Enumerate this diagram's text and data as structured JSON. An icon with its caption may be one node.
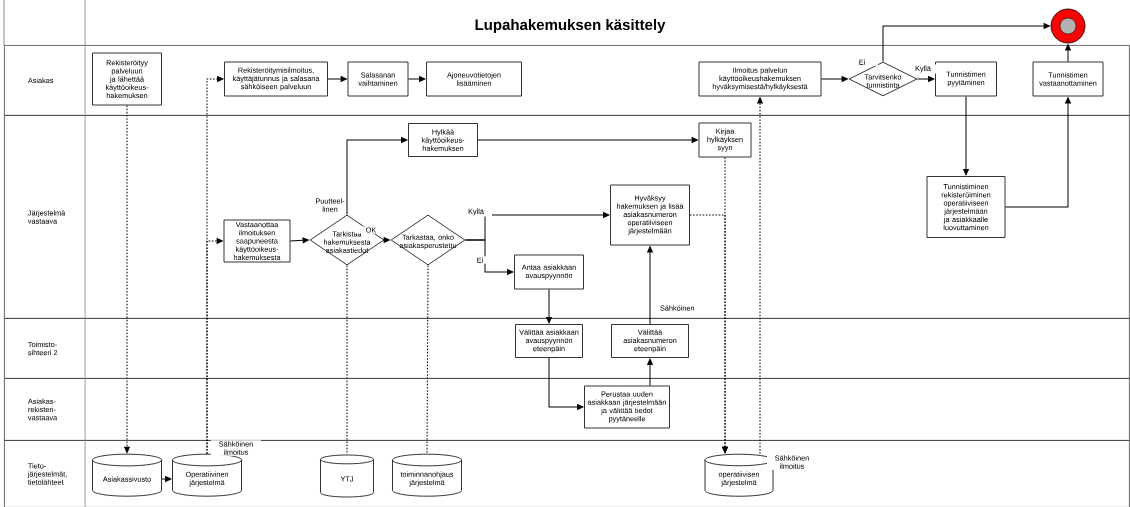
{
  "diagram": {
    "title": "Lupahakemuksen käsittely",
    "nodes": [
      {
        "text": [
          "Asiakas"
        ]
      },
      {
        "text": [
          "Järjestelmä vastaava"
        ]
      },
      {
        "text": [
          "Toimisto-sihteeri 2"
        ]
      },
      {
        "text": [
          "Asiakas-rekisteri-vastaava"
        ]
      },
      {
        "text": [
          "Tieto-järjestelmät, tietolähteet"
        ]
      },
      {
        "text": [
          "Rekisteröityy palveluun ja lähettää käyttöoikeus-hakemuksen"
        ],
        "in": 0
      },
      {
        "text": [
          "Rekisteröitymisilmoitus, käyttäjätunnus ja salasana sähköiseen palveluun"
        ],
        "in": 0
      },
      {
        "text": [
          "Salasanan vaihtaminen"
        ],
        "in": 0
      },
      {
        "text": [
          "Ajoneuvotietojen lisääminen"
        ],
        "in": 0
      },
      {
        "text": [
          "Ilmoitus palvelun käyttöoikeushakemuksen hyväksymisestä/hylkäyksestä"
        ],
        "in": 0
      },
      {
        "text": [
          "Tarvitsenko tunnistinta"
        ],
        "in": 0
      },
      {
        "text": [
          "Tunnistimen pyytäminen"
        ],
        "in": 0
      },
      {
        "text": [
          "Tunnistimen vastaanottaminen"
        ],
        "in": 0
      },
      {
        "text": [],
        "shape": "circle"
      },
      {
        "text": [
          "Vastaanottaa ilmoituksen saapuneesta käyttöoikeus-hakemuksesta"
        ],
        "in": 1
      },
      {
        "text": [
          "Tarkistaa hakemuksesta asiakastiedot"
        ],
        "in": 1
      },
      {
        "text": [
          "Tarkastaa, onko asiakasperustettu"
        ],
        "in": 1
      },
      {
        "text": [
          "Hylkää käyttöoikeus-hakemuksen"
        ],
        "in": 1
      },
      {
        "text": [
          "Kirjaa hylkäyksen syyn"
        ],
        "in": 1
      },
      {
        "text": [
          "Hyväksyy hakemuksen ja lisää asiakasnumeron operatiiviseen järjestelmään"
        ],
        "in": 1
      },
      {
        "text": [
          "Antaa asiakkaan avauspyynnön"
        ],
        "in": 1
      },
      {
        "text": [
          "Tunnistiminen rekisteröiminen operatiiviseen järjestelmään ja asiakkaalle luovuttaminen"
        ],
        "in": 1
      },
      {
        "text": [
          "Välittää asiakkaan avauspyynnön eteenpäin"
        ],
        "in": 2
      },
      {
        "text": [
          "Välittää asiakasnumeron eteenpäin"
        ],
        "in": 2
      },
      {
        "text": [
          "Perustaa uuden asiakkaan järjestelmään ja välittää tiedot pyytäneelle"
        ],
        "in": 3
      },
      {
        "text": [
          "Asiakassivusto"
        ],
        "in": 4
      },
      {
        "text": [
          "Operatiivinen järjestelmä"
        ],
        "in": 4,
        "beside": [
          "Sähköinen ilmoitus"
        ]
      },
      {
        "text": [
          "YTJ"
        ],
        "in": 4
      },
      {
        "text": [
          "toiminnanohjaus järjestelmä"
        ],
        "in": 4
      },
      {
        "text": [
          "operatiivisen järjestelmä"
        ],
        "in": 4,
        "beside": [
          "Sähköinen ilmoitus"
        ]
      }
    ],
    "edges": [
      {
        "from": 5,
        "to": 25,
        "arrow": "to",
        "style": "dashed"
      },
      {
        "from": 26,
        "to": 6,
        "arrow": "to",
        "style": "dashed"
      },
      {
        "from": 26,
        "to": 14,
        "arrow": "to",
        "style": "dashed"
      },
      {
        "from": 6,
        "to": 7,
        "arrow": "to"
      },
      {
        "from": 7,
        "to": 8,
        "arrow": "to"
      },
      {
        "from": 14,
        "to": 15,
        "arrow": "to"
      },
      {
        "from": 15,
        "to": 16,
        "arrow": "to",
        "label": "OK"
      },
      {
        "from": 15,
        "to": 17,
        "arrow": "to",
        "label": "Puutteel-linen"
      },
      {
        "from": 15,
        "to": 27,
        "arrow": "none",
        "style": "dashed"
      },
      {
        "from": 16,
        "to": 28,
        "arrow": "none",
        "style": "dashed"
      },
      {
        "from": 16,
        "to": 19,
        "arrow": "to",
        "label": "Kyllä"
      },
      {
        "from": 16,
        "to": 20,
        "arrow": "to",
        "label": "Ei"
      },
      {
        "from": 17,
        "to": 18,
        "arrow": "to"
      },
      {
        "from": 18,
        "to": 29,
        "arrow": "to",
        "style": "dashed"
      },
      {
        "from": 19,
        "to": 29,
        "arrow": "to",
        "style": "dashed"
      },
      {
        "from": 29,
        "to": 9,
        "arrow": "to",
        "style": "dashed"
      },
      {
        "from": 9,
        "to": 10,
        "arrow": "to"
      },
      {
        "from": 10,
        "to": 11,
        "arrow": "to",
        "label": "Kyllä"
      },
      {
        "from": 10,
        "to": 13,
        "arrow": "to",
        "label": "Ei"
      },
      {
        "from": 11,
        "to": 21,
        "arrow": "to"
      },
      {
        "from": 21,
        "to": 12,
        "arrow": "to"
      },
      {
        "from": 12,
        "to": 13,
        "arrow": "to"
      },
      {
        "from": 20,
        "to": 22,
        "arrow": "to"
      },
      {
        "from": 22,
        "to": 24,
        "arrow": "to"
      },
      {
        "from": 24,
        "to": 23,
        "arrow": "to"
      },
      {
        "from": 23,
        "to": 19,
        "arrow": "to",
        "label": "Sähköinen"
      },
      {
        "from": 25,
        "to": 26,
        "arrow": "to"
      }
    ]
  }
}
